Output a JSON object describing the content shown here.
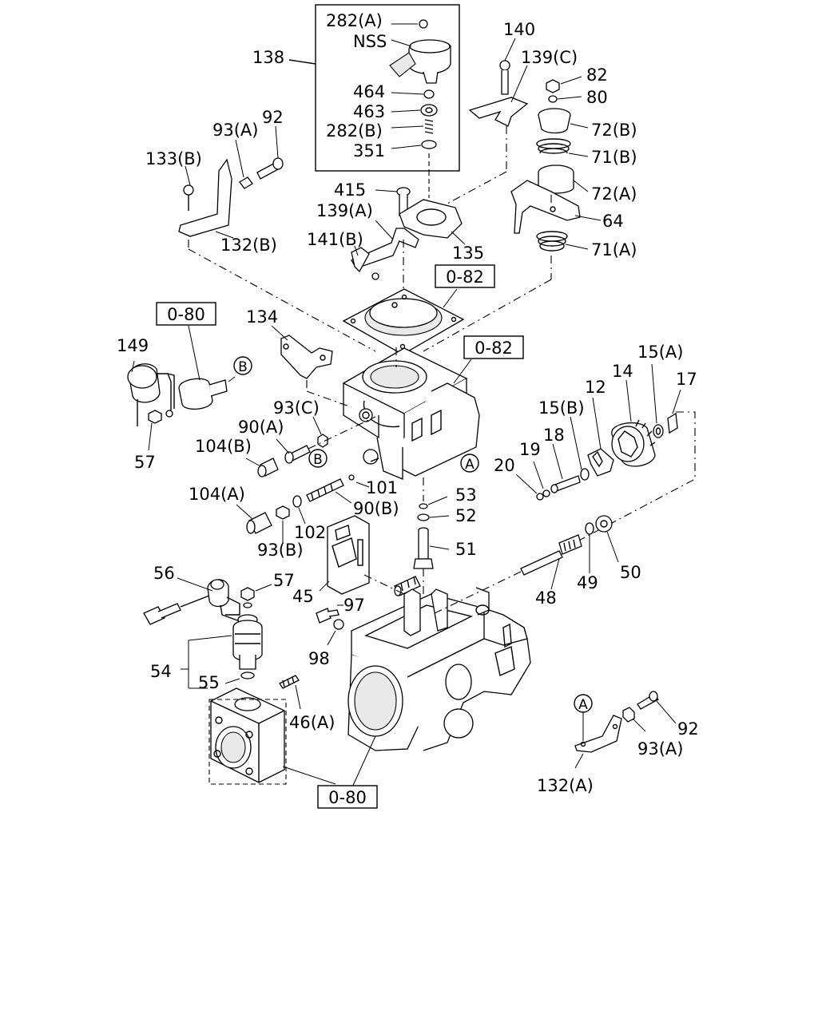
{
  "callouts": {
    "p282a": "282(A)",
    "nss": "NSS",
    "p464": "464",
    "p463": "463",
    "p282b": "282(B)",
    "p351": "351",
    "p138": "138",
    "p140": "140",
    "p139c": "139(C)",
    "p82": "82",
    "p80": "80",
    "p72b": "72(B)",
    "p71b": "71(B)",
    "p72a": "72(A)",
    "p64": "64",
    "p71a": "71(A)",
    "p93a_top": "93(A)",
    "p92_top": "92",
    "p133b": "133(B)",
    "p132b": "132(B)",
    "p415": "415",
    "p139a": "139(A)",
    "p141b": "141(B)",
    "p135": "135",
    "p134": "134",
    "p149": "149",
    "p57_left": "57",
    "p93c": "93(C)",
    "p90a": "90(A)",
    "p104b": "104(B)",
    "p101": "101",
    "p90b": "90(B)",
    "p104a": "104(A)",
    "p93b": "93(B)",
    "p102": "102",
    "p53": "53",
    "p52": "52",
    "p51": "51",
    "p15a": "15(A)",
    "p17": "17",
    "p14": "14",
    "p12": "12",
    "p15b": "15(B)",
    "p18": "18",
    "p19": "19",
    "p20": "20",
    "p50": "50",
    "p49": "49",
    "p48": "48",
    "p56": "56",
    "p57_mid": "57",
    "p45": "45",
    "p97": "97",
    "p98": "98",
    "p54": "54",
    "p55": "55",
    "p46a": "46(A)",
    "p92_bot": "92",
    "p93a_bot": "93(A)",
    "p132a": "132(A)"
  },
  "refs": {
    "ref_0_82_top": "0-82",
    "ref_0_82_mid": "0-82",
    "ref_0_80_left": "0-80",
    "ref_0_80_bottom": "0-80"
  },
  "markers": {
    "b1": "B",
    "b2": "B",
    "a1": "A",
    "a2": "A"
  }
}
